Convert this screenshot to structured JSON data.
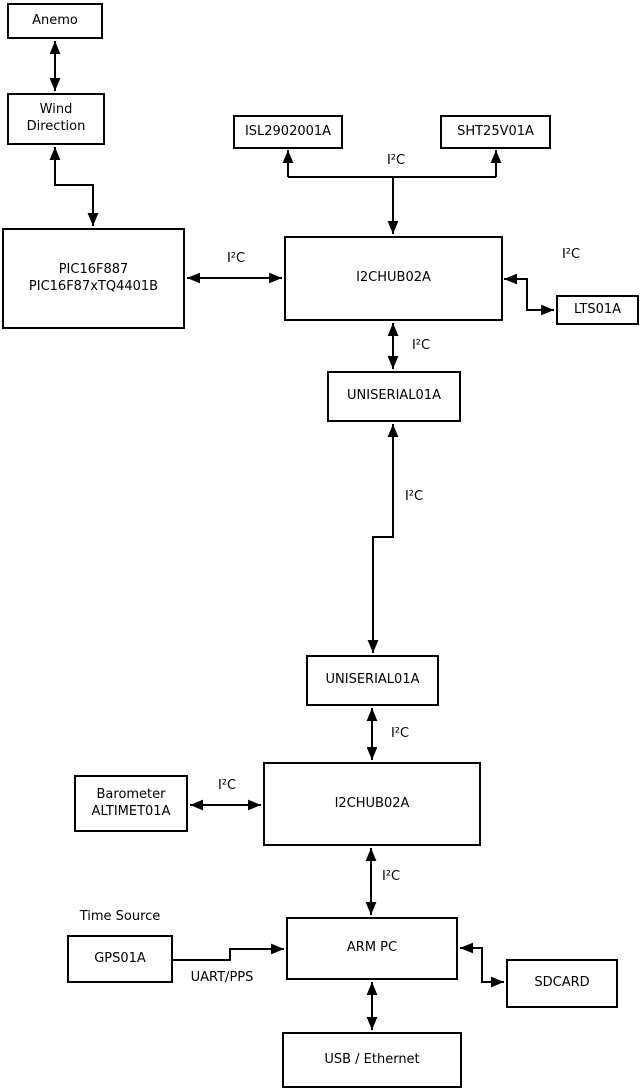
{
  "diagram": {
    "boxes": {
      "anemo": "Anemo",
      "wind_direction": "Wind\nDirection",
      "pic": "PIC16F887\nPIC16F87xTQ4401B",
      "isl": "ISL2902001A",
      "sht": "SHT25V01A",
      "hub1": "I2CHUB02A",
      "lts": "LTS01A",
      "uniserial1": "UNISERIAL01A",
      "uniserial2": "UNISERIAL01A",
      "barometer": "Barometer\nALTIMET01A",
      "hub2": "I2CHUB02A",
      "gps": "GPS01A",
      "arm_pc": "ARM PC",
      "sdcard": "SDCARD",
      "usb": "USB / Ethernet"
    },
    "labels": {
      "i2c": "I²C",
      "time_source": "Time Source",
      "uart_pps": "UART/PPS"
    },
    "colors": {
      "line": "#000000",
      "box_fill": "#ffffff",
      "background": "#ffffff"
    }
  }
}
